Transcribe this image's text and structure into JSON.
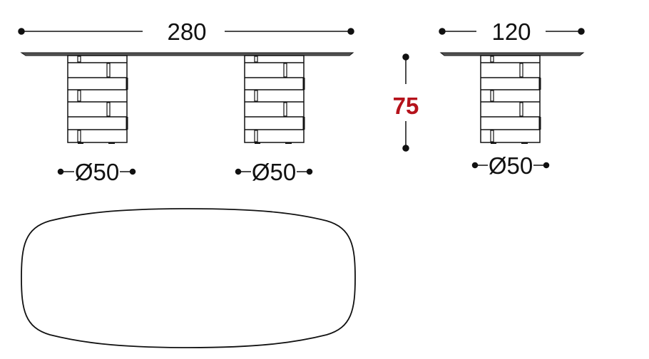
{
  "dimensions": {
    "length": "280",
    "width": "120",
    "height": "75",
    "base_diameter_1": "Ø50",
    "base_diameter_2": "Ø50",
    "base_diameter_side": "Ø50"
  },
  "colors": {
    "height_label": "#b5121b",
    "line": "#111111"
  }
}
